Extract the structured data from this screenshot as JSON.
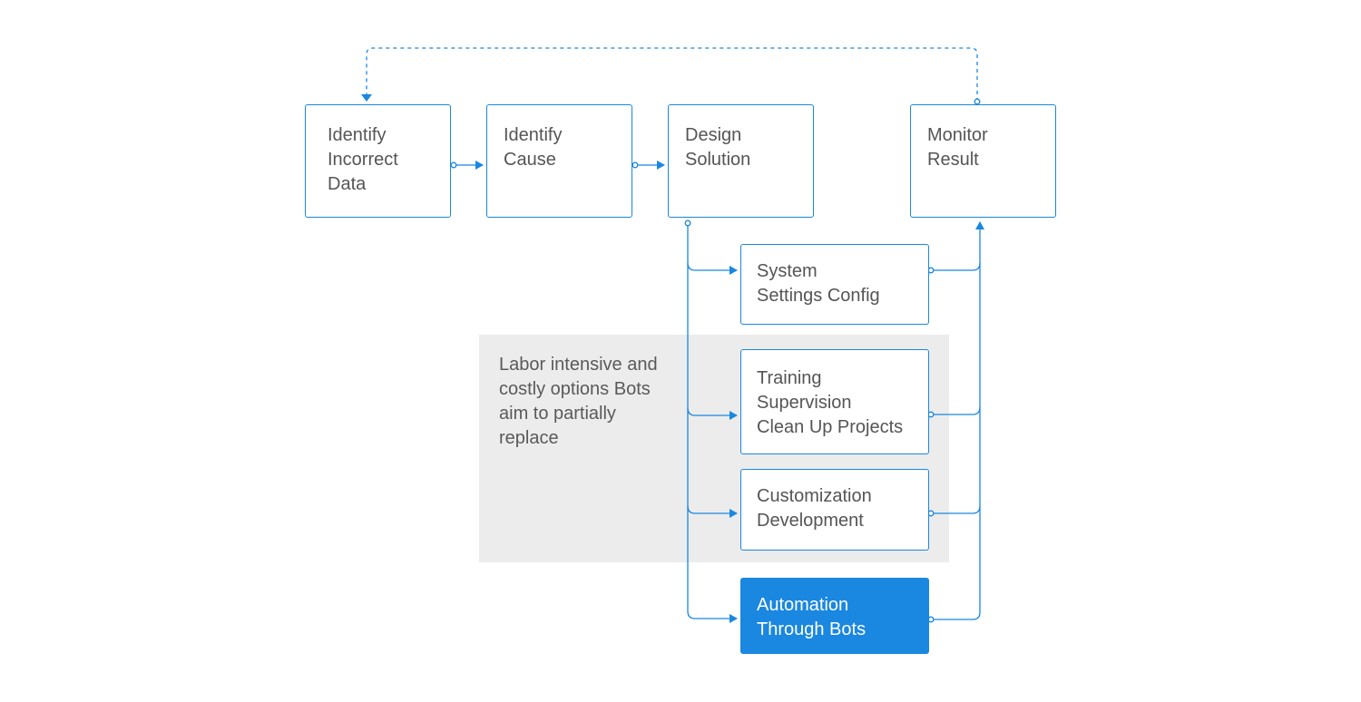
{
  "diagram": {
    "note": "Labor intensive and costly options Bots aim to partially replace",
    "nodes": {
      "identify_incorrect_data": "Identify\nIncorrect\nData",
      "identify_cause": "Identify\nCause",
      "design_solution": "Design\nSolution",
      "monitor_result": "Monitor\nResult",
      "system_settings_config": "System\nSettings Config",
      "training_supervision": "Training\nSupervision\nClean Up Projects",
      "customization_development": "Customization\nDevelopment",
      "automation_through_bots": "Automation\nThrough Bots"
    },
    "edges": [
      {
        "from": "identify_incorrect_data",
        "to": "identify_cause",
        "style": "solid"
      },
      {
        "from": "identify_cause",
        "to": "design_solution",
        "style": "solid"
      },
      {
        "from": "design_solution",
        "to": "system_settings_config",
        "style": "solid"
      },
      {
        "from": "design_solution",
        "to": "training_supervision",
        "style": "solid"
      },
      {
        "from": "design_solution",
        "to": "customization_development",
        "style": "solid"
      },
      {
        "from": "design_solution",
        "to": "automation_through_bots",
        "style": "solid"
      },
      {
        "from": "system_settings_config",
        "to": "monitor_result",
        "style": "solid"
      },
      {
        "from": "training_supervision",
        "to": "monitor_result",
        "style": "solid"
      },
      {
        "from": "customization_development",
        "to": "monitor_result",
        "style": "solid"
      },
      {
        "from": "automation_through_bots",
        "to": "monitor_result",
        "style": "solid"
      },
      {
        "from": "monitor_result",
        "to": "identify_incorrect_data",
        "style": "dashed"
      }
    ],
    "colors": {
      "accent": "#1a87e0",
      "shade": "#ececec",
      "text": "#555555"
    }
  }
}
